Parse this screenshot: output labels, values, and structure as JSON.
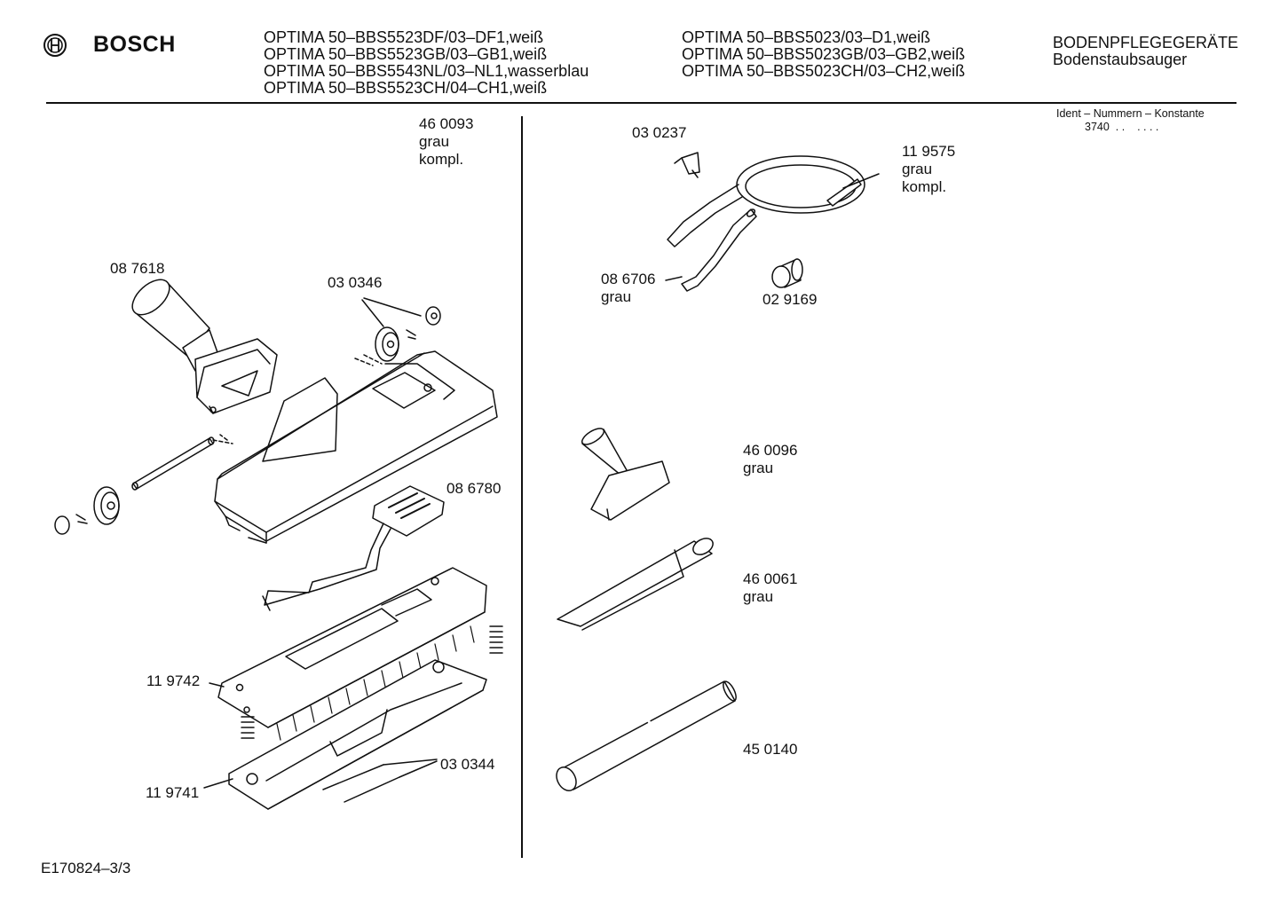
{
  "header": {
    "brand": "BOSCH",
    "models_left": [
      "OPTIMA 50–BBS5523DF/03–DF1,weiß",
      "OPTIMA 50–BBS5523GB/03–GB1,weiß",
      "OPTIMA 50–BBS5543NL/03–NL1,wasserblau",
      "OPTIMA 50–BBS5523CH/04–CH1,weiß"
    ],
    "models_right": [
      "OPTIMA 50–BBS5023/03–D1,weiß",
      "OPTIMA 50–BBS5023GB/03–GB2,weiß",
      "OPTIMA 50–BBS5023CH/03–CH2,weiß"
    ],
    "category": "BODENPFLEGEGERÄTE",
    "subcategory": "Bodenstaubsauger",
    "ident_label": "Ident – Nummern – Konstante",
    "ident_value": "3740  . .    . . . ."
  },
  "parts": {
    "p460093": "46 0093\ngrau\nkompl.",
    "p087618": "08 7618",
    "p030346": "03 0346",
    "p086780": "08 6780",
    "p119742": "11 9742",
    "p119741": "11 9741",
    "p030344": "03 0344",
    "p030237": "03 0237",
    "p119575": "11 9575\ngrau\nkompl.",
    "p086706": "08 6706\ngrau",
    "p029169": "02 9169",
    "p460096": "46 0096\ngrau",
    "p460061": "46 0061\ngrau",
    "p450140": "45 0140"
  },
  "footer": {
    "doc_id": "E170824–3/3"
  }
}
